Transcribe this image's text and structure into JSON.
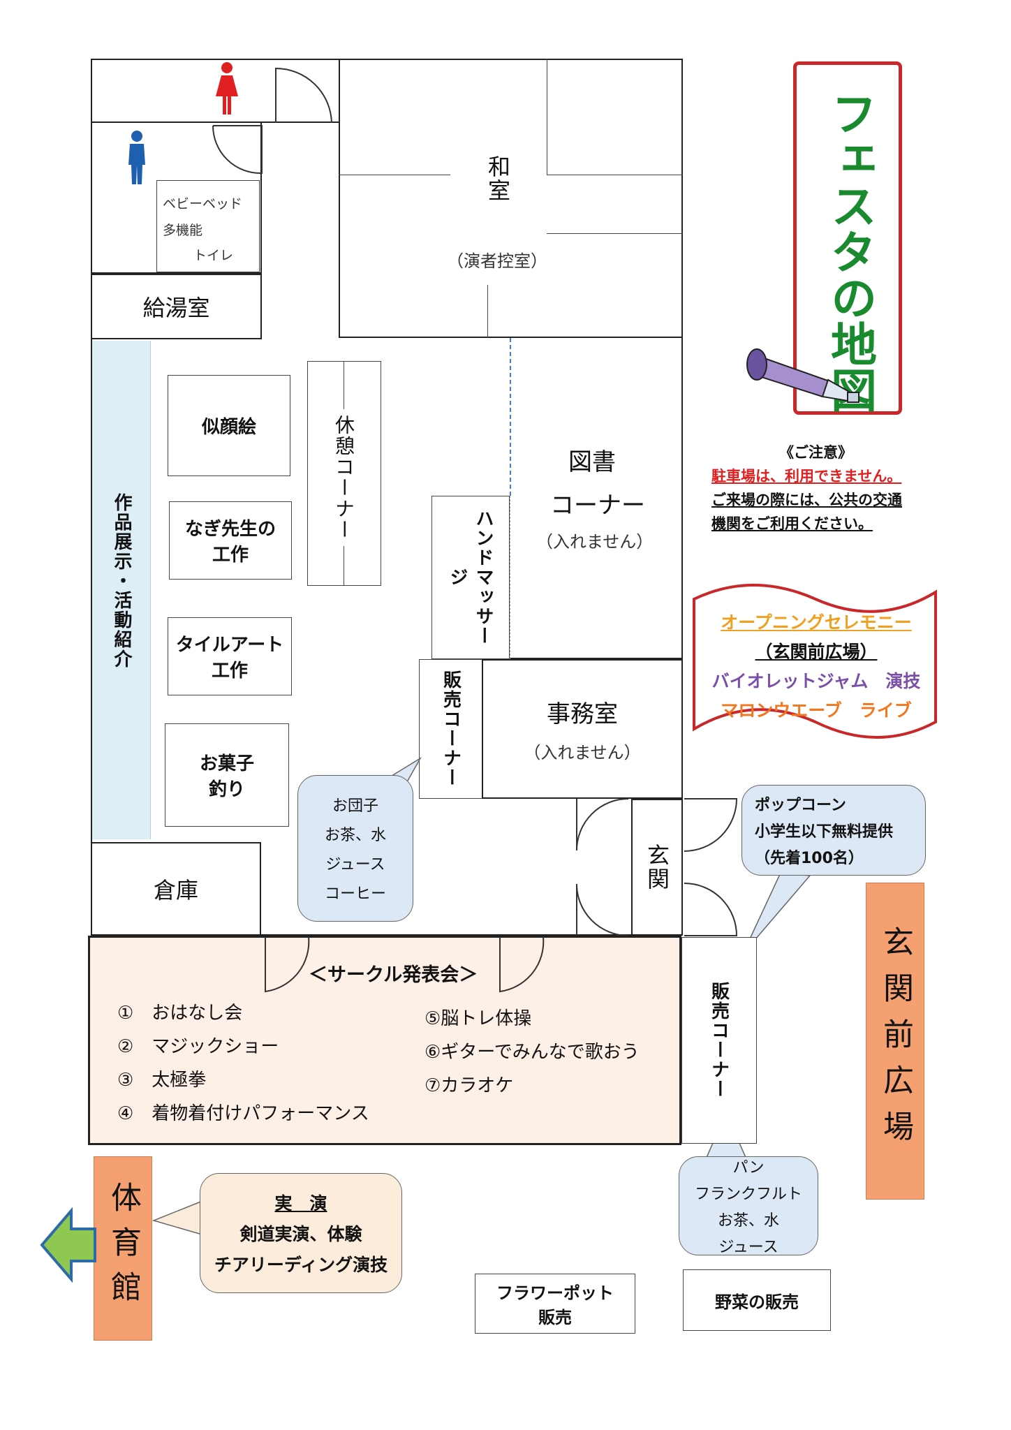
{
  "title": "フェスタの地図",
  "rooms": {
    "washitsu": "和室",
    "washitsu_sub": "（演者控室）",
    "kyuto": "給湯室",
    "baby": [
      "ベビーベッド",
      "多機能",
      "トイレ"
    ],
    "tosho": [
      "図書",
      "コーナー"
    ],
    "tosho_sub": "（入れません）",
    "jimu": "事務室",
    "jimu_sub": "（入れません）",
    "souko": "倉庫",
    "genkan": "玄関",
    "kyukei": "休憩コーナー",
    "hand": "ハンドマッサージ",
    "hanbai1": "販売コーナー",
    "hanbai2": "販売コーナー",
    "exhibit": "作品展示・活動紹介"
  },
  "booths": {
    "nigaoe": "似顔絵",
    "nagi": [
      "なぎ先生の",
      "工作"
    ],
    "tile": [
      "タイルアート",
      "工作"
    ],
    "okashi": [
      "お菓子",
      "釣り"
    ]
  },
  "notice": {
    "title": "《ご注意》",
    "red": "駐車場は、利用できません。",
    "line2": "ご来場の際には、公共の交通",
    "line3": "機関をご利用ください。"
  },
  "ceremony": {
    "title": "オープニングセレモニー",
    "place": "（玄関前広場）",
    "line1": "バイオレットジャム　演技",
    "line2": "マロンウエーブ　ライブ"
  },
  "bubble_dango": [
    "お団子",
    "お茶、水",
    "ジュース",
    "コーヒー"
  ],
  "bubble_popcorn": [
    "ポップコーン",
    "小学生以下無料提供",
    "（先着100名）"
  ],
  "bubble_pan": [
    "パン",
    "フランクフルト",
    "お茶、水",
    "ジュース"
  ],
  "bubble_jitsuen": {
    "title": "実　演",
    "line1": "剣道実演、体験",
    "line2": "チアリーディング演技"
  },
  "circle": {
    "title": "＜サークル発表会＞",
    "left": [
      "①　おはなし会",
      "②　マジックショー",
      "③　太極拳",
      "④　着物着付けパフォーマンス"
    ],
    "right": [
      "⑤脳トレ体操",
      "⑥ギターでみんなで歌おう",
      "⑦カラオケ"
    ]
  },
  "outside": {
    "genkanmae": "玄関前広場",
    "taiikukan": "体育館",
    "flower": [
      "フラワーポット",
      "販売"
    ],
    "yasai": "野菜の販売"
  },
  "colors": {
    "title_green": "#1a8a2e",
    "title_frame_red": "#c8282a",
    "notice_red": "#e02020",
    "ceremony_orange": "#f0a020",
    "ceremony_purple": "#7a4fa8",
    "ceremony_orange2": "#f07820",
    "exhibit_blue": "#ddeef7",
    "circle_peach": "#fdf0e6",
    "bubble_blue": "#dce8f6",
    "bubble_peach": "#fcecdc",
    "salmon": "#f4a070"
  }
}
